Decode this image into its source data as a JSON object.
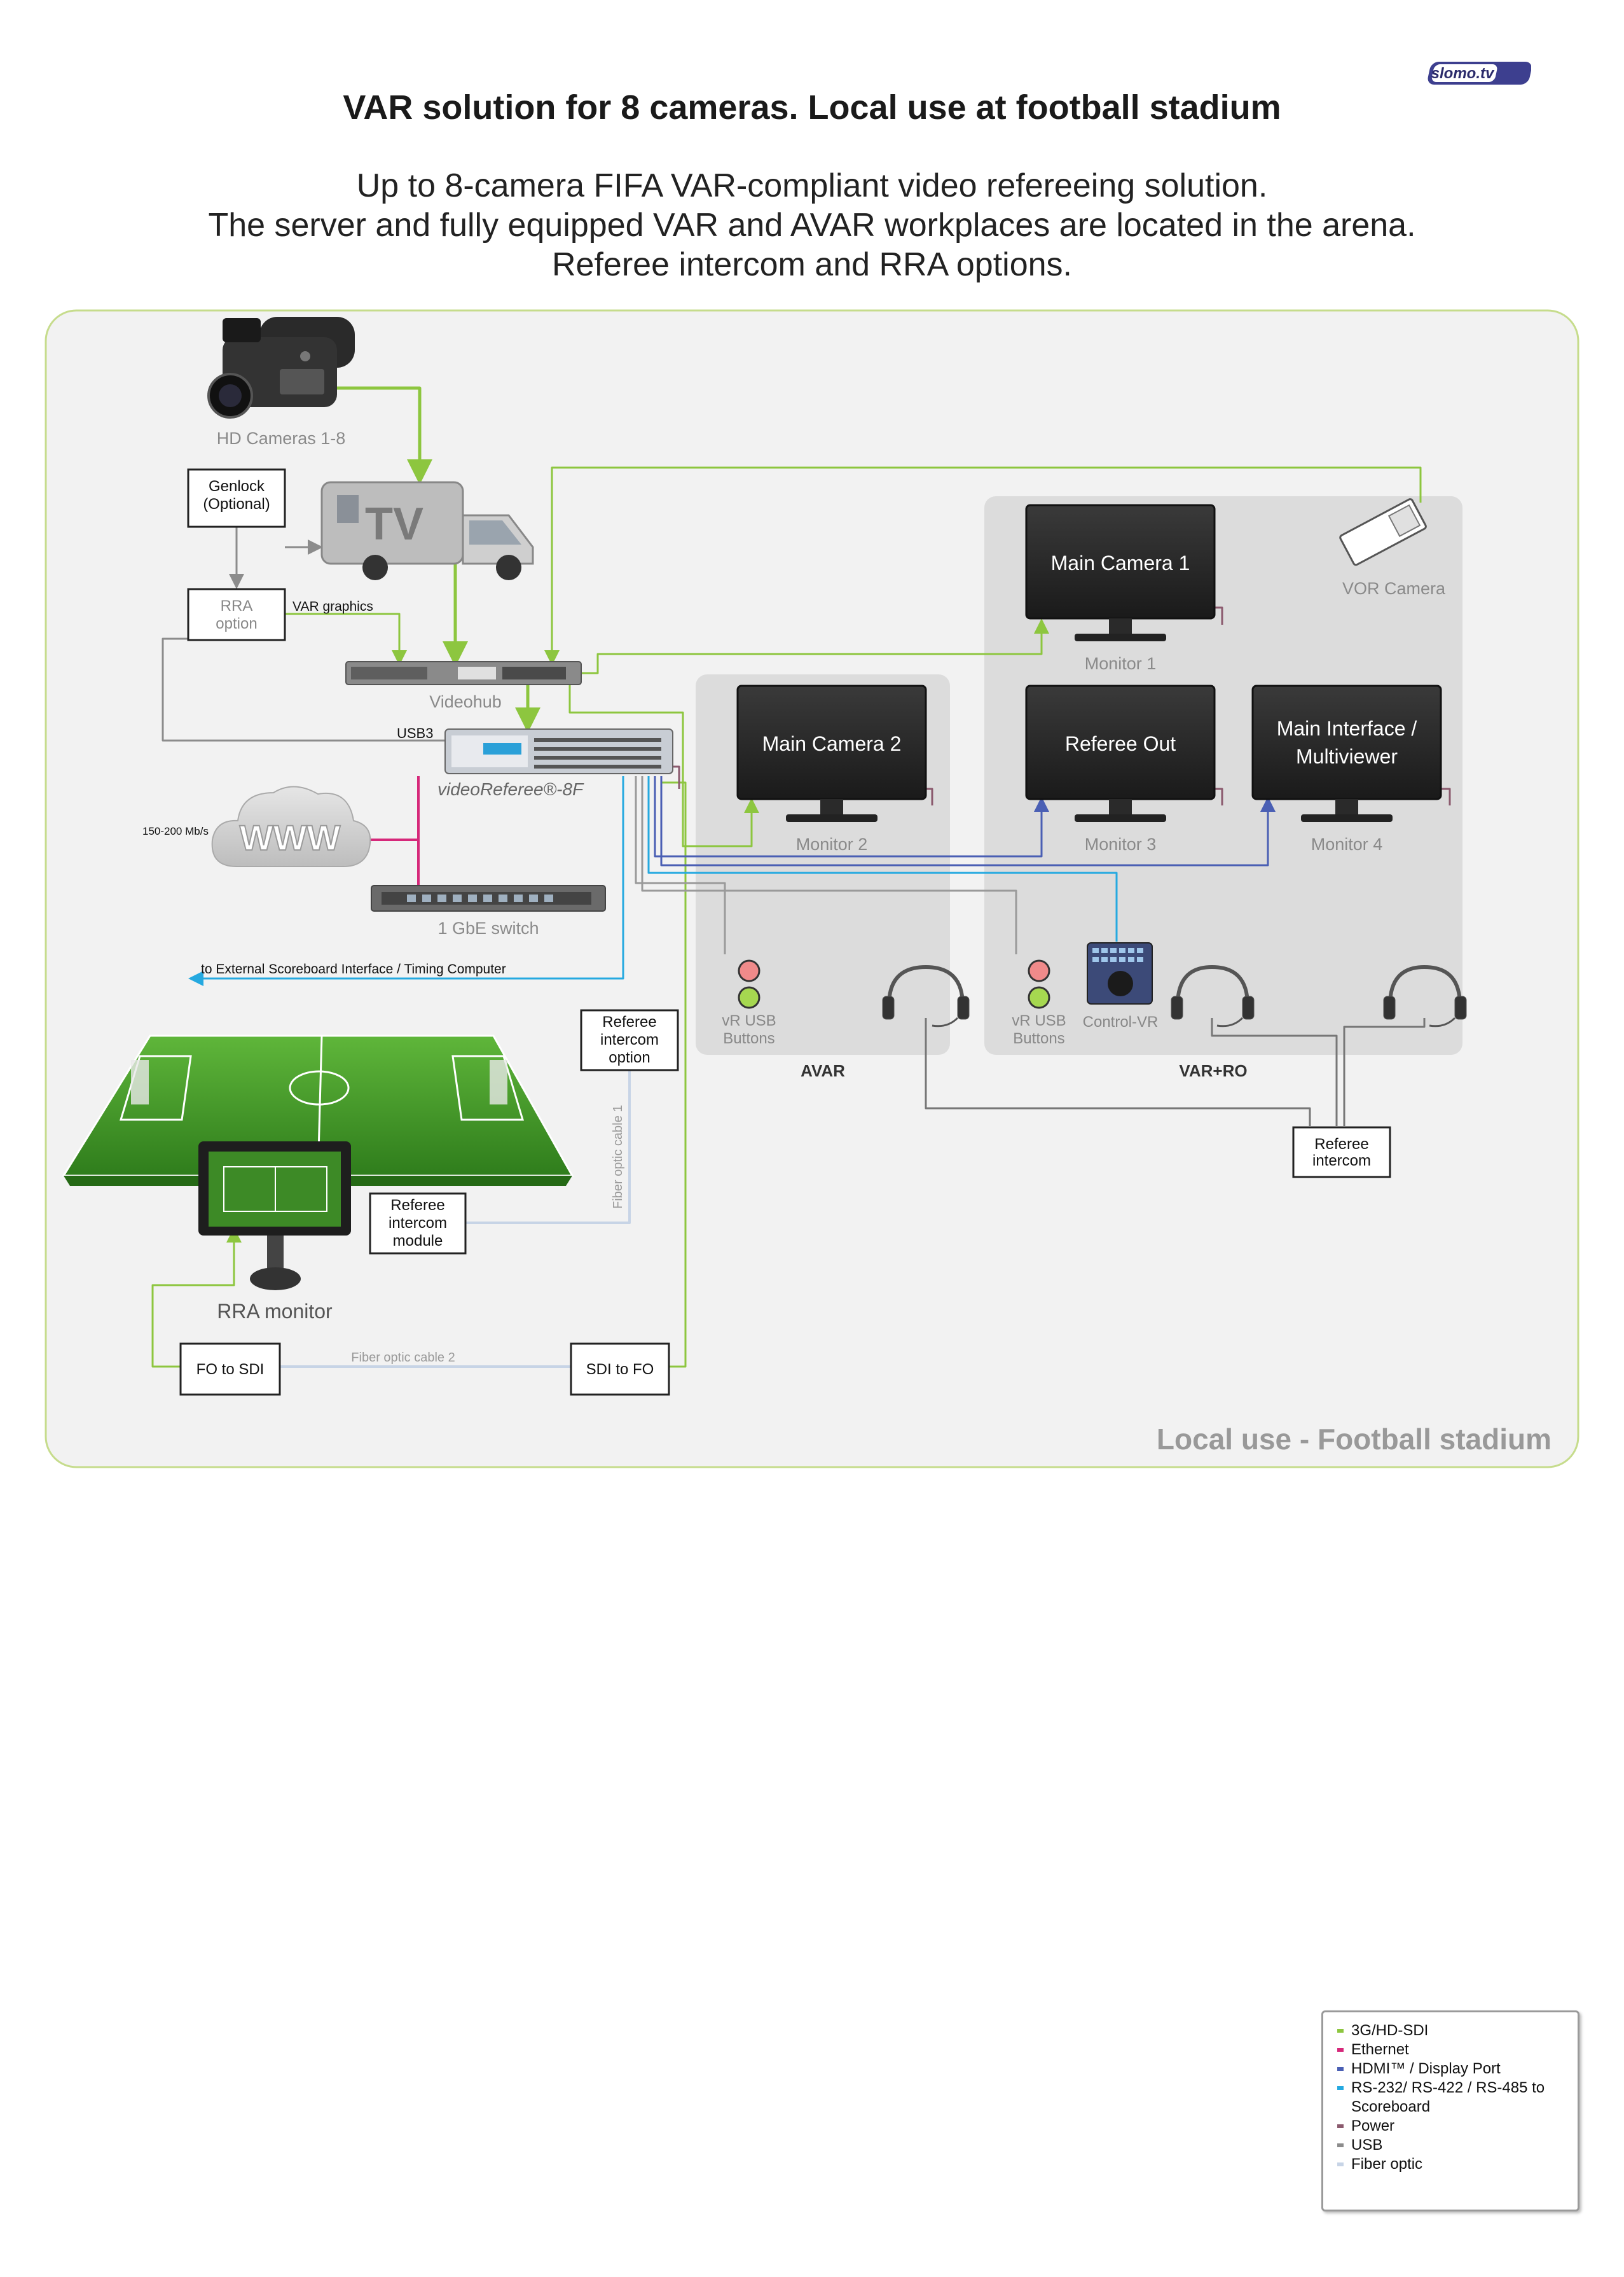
{
  "header": {
    "title": "VAR solution for 8 cameras. Local use at football stadium",
    "subtitle_lines": [
      "Up to 8-camera FIFA VAR-compliant video refereeing solution.",
      "The server and fully equipped VAR and AVAR workplaces are located in the arena.",
      "Referee intercom and RRA options."
    ],
    "logo_text": "slomo.tv"
  },
  "diagram": {
    "cameras": "HD Cameras 1-8",
    "ob_van": "TV",
    "genlock": [
      "Genlock",
      "(Optional)"
    ],
    "rra_option": [
      "RRA",
      "option"
    ],
    "var_graphics": "VAR graphics",
    "videohub": "Videohub",
    "usb3": "USB3",
    "server": "videoReferee®-8F",
    "www": "WWW",
    "bandwidth": "150-200 Mb/s",
    "switch": "1 GbE switch",
    "scoreboard": "to External Scoreboard Interface / Timing Computer",
    "referee_intercom_option": [
      "Referee",
      "intercom",
      "option"
    ],
    "fiber_cable_1": "Fiber optic cable 1",
    "referee_intercom_module": [
      "Referee",
      "intercom",
      "module"
    ],
    "rra_monitor": "RRA monitor",
    "fo_to_sdi": "FO to SDI",
    "sdi_to_fo": "SDI to FO",
    "fiber_cable_2": "Fiber optic cable 2",
    "vor_camera": "VOR Camera",
    "monitors": [
      {
        "screen": [
          "Main Camera 1"
        ],
        "label": "Monitor 1"
      },
      {
        "screen": [
          "Main Camera 2"
        ],
        "label": "Monitor 2"
      },
      {
        "screen": [
          "Referee Out"
        ],
        "label": "Monitor 3"
      },
      {
        "screen": [
          "Main Interface /",
          "Multiviewer"
        ],
        "label": "Monitor 4"
      }
    ],
    "usb_buttons": [
      "vR USB",
      "Buttons"
    ],
    "control_vr": "Control-VR",
    "avar": "AVAR",
    "var_ro": "VAR+RO",
    "referee_intercom": [
      "Referee",
      "intercom"
    ],
    "area_label": "Local use - Football stadium"
  },
  "legend": {
    "items": [
      {
        "label": "3G/HD-SDI",
        "color": "#8dc63f"
      },
      {
        "label": "Ethernet",
        "color": "#d6287a"
      },
      {
        "label": "HDMI™ / Display Port",
        "color": "#4a5fb4"
      },
      {
        "label": "RS-232/ RS-422 / RS-485 to Scoreboard",
        "color": "#25a9e0"
      },
      {
        "label": "Power",
        "color": "#8b5a6e"
      },
      {
        "label": "USB",
        "color": "#8c8c8c"
      },
      {
        "label": "Fiber optic",
        "color": "#c7d4e6"
      }
    ]
  }
}
